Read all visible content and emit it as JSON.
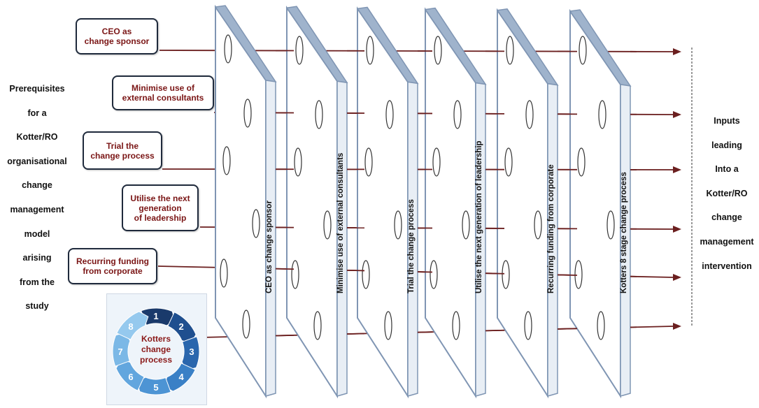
{
  "left_label": [
    "Prerequisites",
    "for a",
    "Kotter/RO",
    "organisational",
    "change",
    "management",
    "model",
    "arising",
    "from the",
    "study"
  ],
  "right_label": [
    "Inputs",
    "leading",
    "Into a",
    "Kotter/RO",
    "change",
    "management",
    "intervention"
  ],
  "boxes": [
    {
      "lines": [
        "CEO as",
        "change sponsor"
      ]
    },
    {
      "lines": [
        "Minimise use of",
        "external consultants"
      ]
    },
    {
      "lines": [
        "Trial the",
        "change process"
      ]
    },
    {
      "lines": [
        "Utilise the next",
        "generation",
        "of  leadership"
      ]
    },
    {
      "lines": [
        "Recurring funding",
        "from corporate"
      ]
    }
  ],
  "panels": [
    "CEO as change sponsor",
    "Minimise use of external consultants",
    "Trial the change process",
    "Utilise the next generation of  leadership",
    "Recurring funding from corporate",
    "Kotters 8 stage change process"
  ],
  "kotter_graphic": {
    "center_lines": [
      "Kotters",
      "change",
      "process"
    ],
    "numbers": [
      "1",
      "2",
      "3",
      "4",
      "5",
      "6",
      "7",
      "8"
    ]
  },
  "colors": {
    "panel_border": "#7f95b3",
    "panel_side": "#9fb3cc",
    "arrow_line": "#6b1f1f",
    "box_text": "#7a1515",
    "box_border": "#1f2a3c"
  }
}
